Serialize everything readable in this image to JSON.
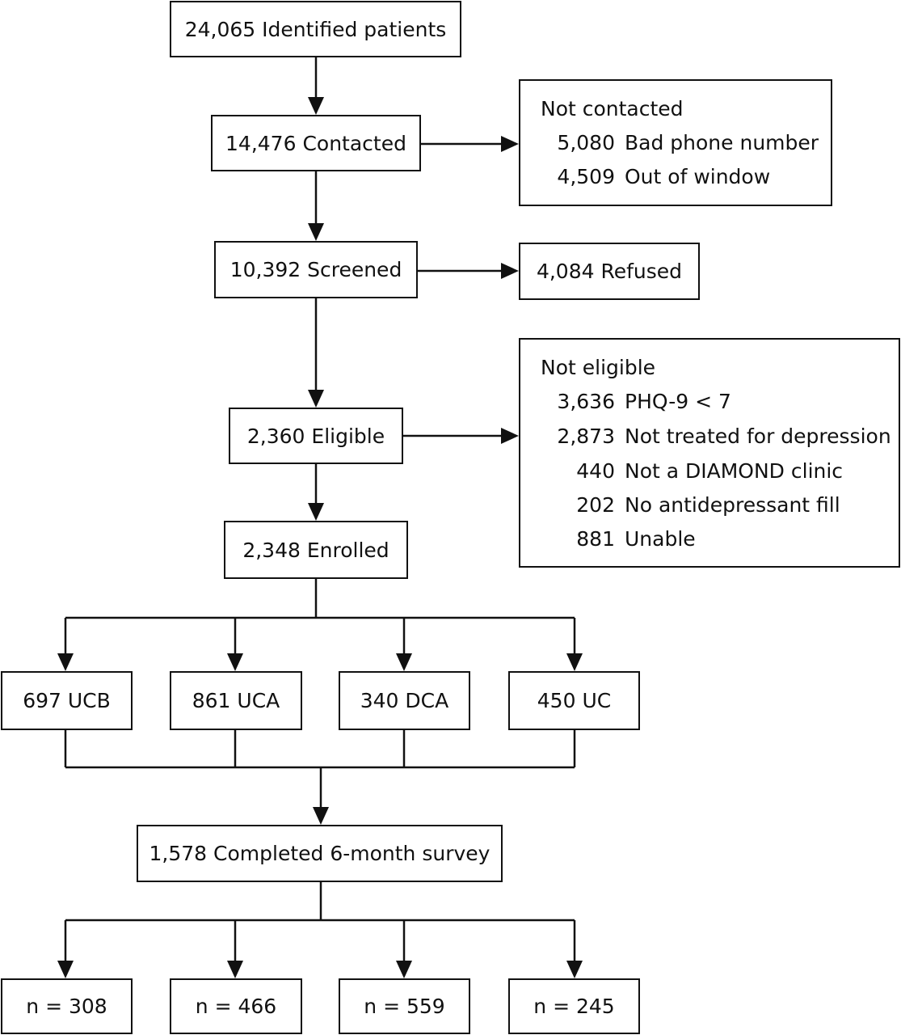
{
  "flow": {
    "identified": "24,065 Identified patients",
    "contacted": "14,476 Contacted",
    "screened": "10,392 Screened",
    "refused": "4,084 Refused",
    "eligible": "2,360 Eligible",
    "enrolled": "2,348 Enrolled",
    "completed": "1,578 Completed 6-month survey"
  },
  "not_contacted": {
    "title": "Not contacted",
    "items": [
      {
        "count": "5,080",
        "label": "Bad phone number"
      },
      {
        "count": "4,509",
        "label": "Out of window"
      }
    ]
  },
  "not_eligible": {
    "title": "Not eligible",
    "items": [
      {
        "count": "3,636",
        "label": "PHQ-9 < 7"
      },
      {
        "count": "2,873",
        "label": "Not treated for depression"
      },
      {
        "count": "440",
        "label": "Not a DIAMOND clinic"
      },
      {
        "count": "202",
        "label": "No antidepressant fill"
      },
      {
        "count": "881",
        "label": "Unable"
      }
    ]
  },
  "arms": [
    "697 UCB",
    "861 UCA",
    "340 DCA",
    "450 UC"
  ],
  "completers": [
    "n = 308",
    "n = 466",
    "n = 559",
    "n = 245"
  ]
}
